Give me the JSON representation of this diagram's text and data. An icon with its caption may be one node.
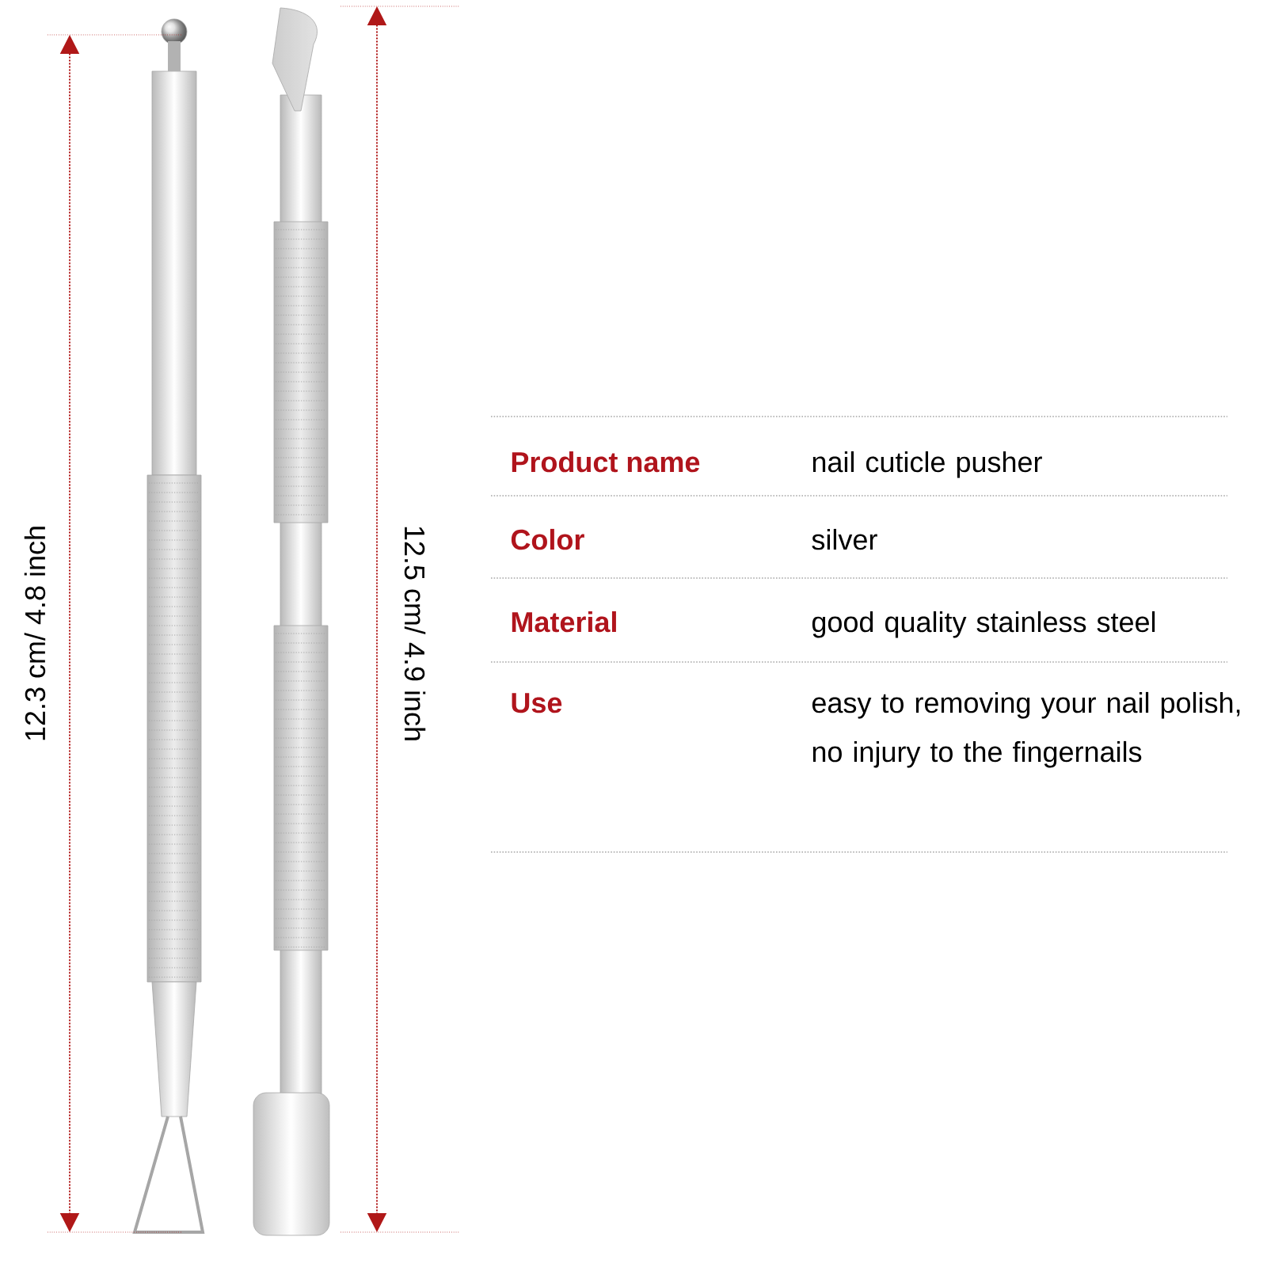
{
  "diagram": {
    "labels": [
      "12.3 cm/ 4.8 inch",
      "12.5 cm/ 4.9 inch",
      "Product name",
      "nail cuticle pusher",
      "Color",
      "silver",
      "Material",
      "good quality stainless steel",
      "Use",
      "easy to removing your nail polish, no injury to the fingernails"
    ]
  }
}
